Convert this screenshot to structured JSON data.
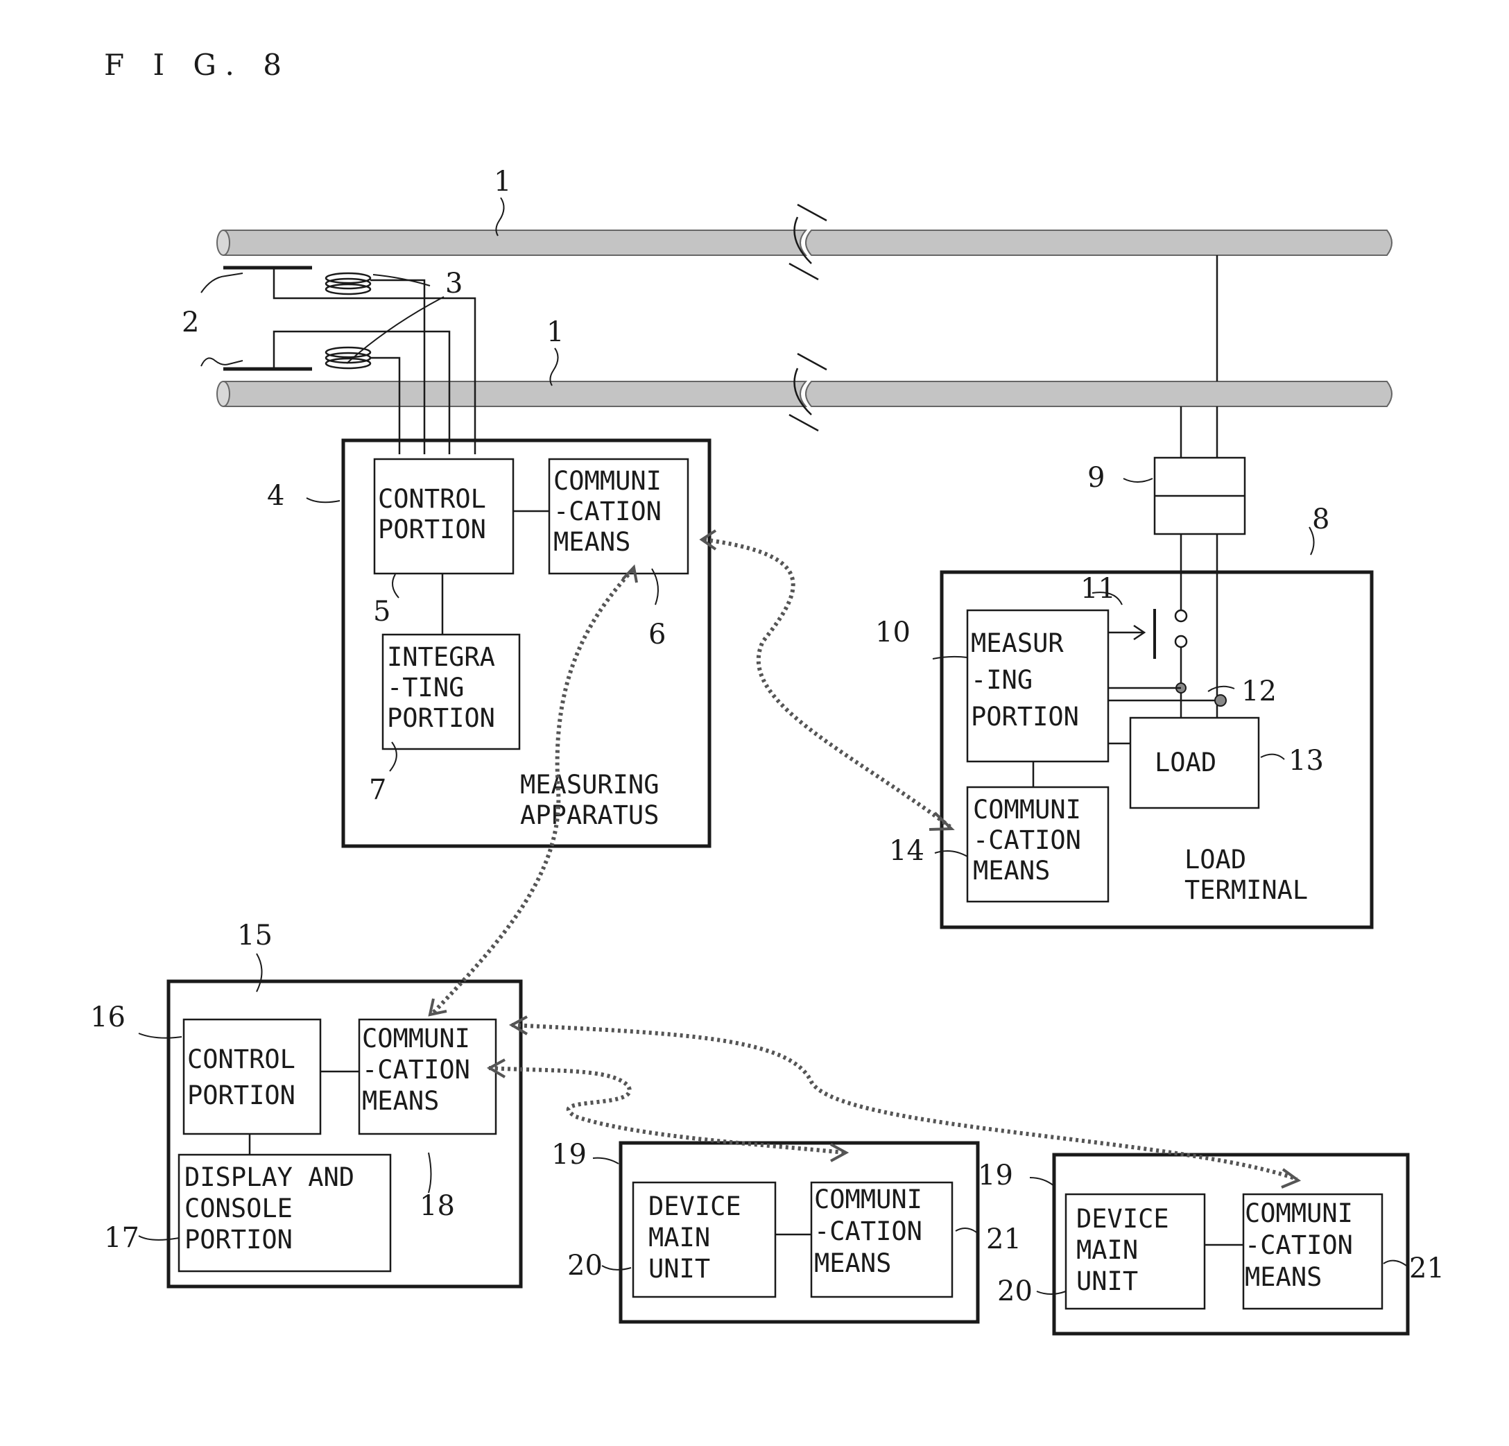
{
  "figure": {
    "title": "F I G.  8"
  },
  "labels": {
    "measuring_apparatus": [
      "MEASURING",
      "APPARATUS"
    ],
    "load_terminal": [
      "LOAD",
      "TERMINAL"
    ]
  },
  "blocks": {
    "control_portion_5": [
      "CONTROL",
      "PORTION"
    ],
    "communication_means_6": [
      "COMMUNI",
      "-CATION",
      "MEANS"
    ],
    "integrating_portion_7": [
      "INTEGRA",
      "-TING",
      "PORTION"
    ],
    "measuring_portion_10": [
      "MEASUR",
      "-ING",
      "PORTION"
    ],
    "load_13": [
      "LOAD"
    ],
    "communication_means_14": [
      "COMMUNI",
      "-CATION",
      "MEANS"
    ],
    "control_portion_16": [
      "CONTROL",
      "PORTION"
    ],
    "display_console_17": [
      "DISPLAY AND",
      "CONSOLE",
      "PORTION"
    ],
    "communication_means_18": [
      "COMMUNI",
      "-CATION",
      "MEANS"
    ],
    "device_main_unit_20a": [
      "DEVICE",
      "MAIN",
      "UNIT"
    ],
    "communication_means_21a": [
      "COMMUNI",
      "-CATION",
      "MEANS"
    ],
    "device_main_unit_20b": [
      "DEVICE",
      "MAIN",
      "UNIT"
    ],
    "communication_means_21b": [
      "COMMUNI",
      "-CATION",
      "MEANS"
    ]
  },
  "refs": {
    "r1_top": "1",
    "r1_bottom": "1",
    "r2": "2",
    "r3": "3",
    "r4": "4",
    "r5": "5",
    "r6": "6",
    "r7": "7",
    "r8": "8",
    "r9": "9",
    "r10": "10",
    "r11": "11",
    "r12": "12",
    "r13": "13",
    "r14": "14",
    "r15": "15",
    "r16": "16",
    "r17": "17",
    "r18": "18",
    "r19a": "19",
    "r19b": "19",
    "r20a": "20",
    "r20b": "20",
    "r21a": "21",
    "r21b": "21"
  },
  "colors": {
    "ink": "#1a1a1a",
    "pipe_fill": "#c4c4c4",
    "link": "#555555"
  }
}
